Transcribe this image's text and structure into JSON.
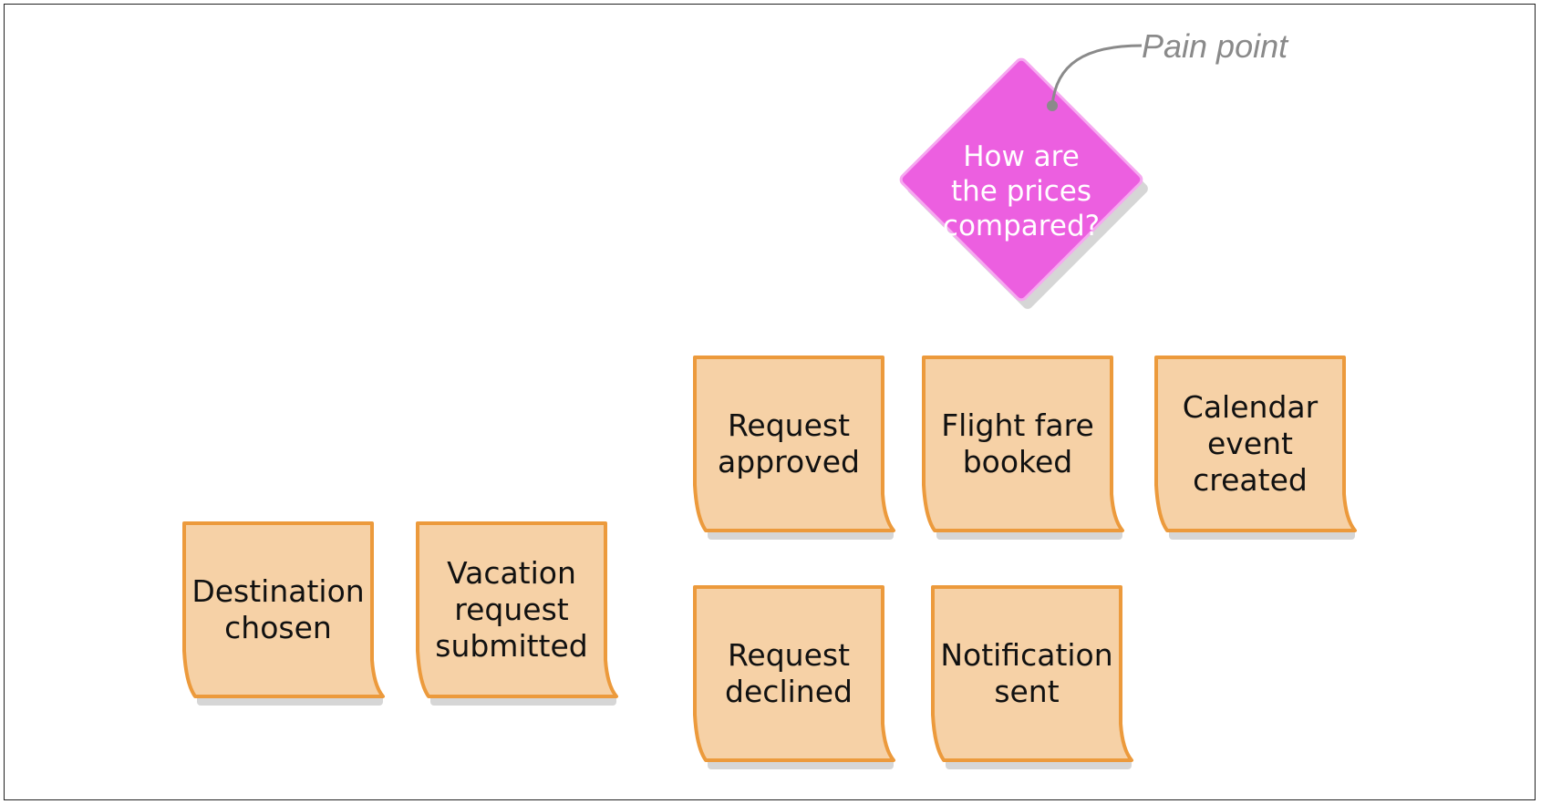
{
  "colors": {
    "event_fill": "#f6d1a6",
    "event_border": "#ec9a3c",
    "hotspot_fill": "#ec5fe0",
    "hotspot_border": "#f6a8f0",
    "shadow": "#d6d6d6",
    "callout": "#8a8a8a"
  },
  "hotspot": {
    "lines": [
      "How are",
      "the prices",
      "compared?"
    ]
  },
  "callout": {
    "label": "Pain point"
  },
  "events": [
    {
      "id": "destination-chosen",
      "lines": [
        "Destination",
        "chosen"
      ]
    },
    {
      "id": "vacation-request-submitted",
      "lines": [
        "Vacation",
        "request",
        "submitted"
      ]
    },
    {
      "id": "request-approved",
      "lines": [
        "Request",
        "approved"
      ]
    },
    {
      "id": "flight-fare-booked",
      "lines": [
        "Flight fare",
        "booked"
      ]
    },
    {
      "id": "calendar-event-created",
      "lines": [
        "Calendar",
        "event",
        "created"
      ]
    },
    {
      "id": "request-declined",
      "lines": [
        "Request",
        "declined"
      ]
    },
    {
      "id": "notification-sent",
      "lines": [
        "Notification",
        "sent"
      ]
    }
  ]
}
